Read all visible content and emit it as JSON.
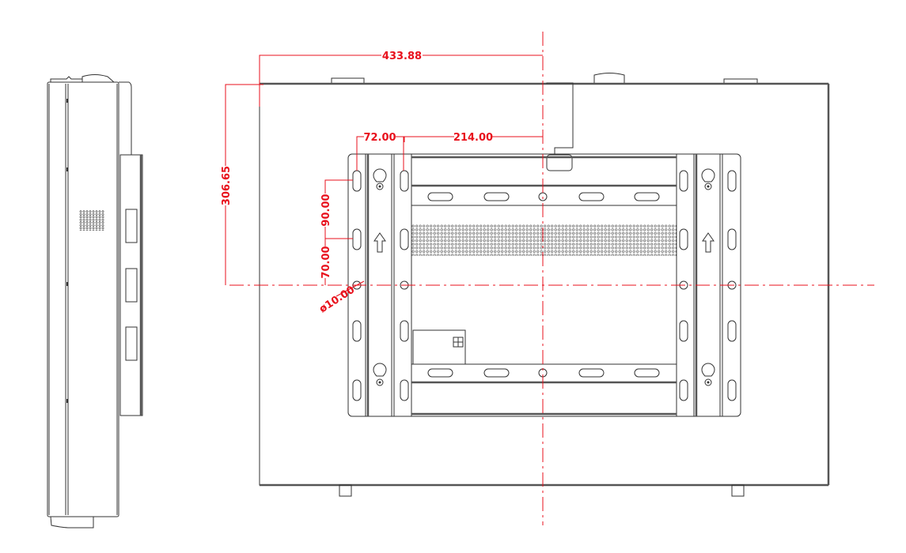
{
  "drawing": {
    "title": "Wall-mount monitor bracket dimension drawing",
    "views": [
      "side-view",
      "rear-view"
    ],
    "accent_color": "#e8101c",
    "line_color": "#333333"
  },
  "dimensions": {
    "overall_half_width": "433.88",
    "vertical_to_center": "306.65",
    "bracket_offset": "72.00",
    "bracket_to_center": "214.00",
    "slot_spacing_upper": "90.00",
    "slot_spacing_lower": "70.00",
    "hole_diameter": "ø10.00"
  },
  "features": {
    "vent_grille": "perforated-vent",
    "keyhole_hangers": 4,
    "up_arrows": 2,
    "horizontal_rails": 2
  }
}
